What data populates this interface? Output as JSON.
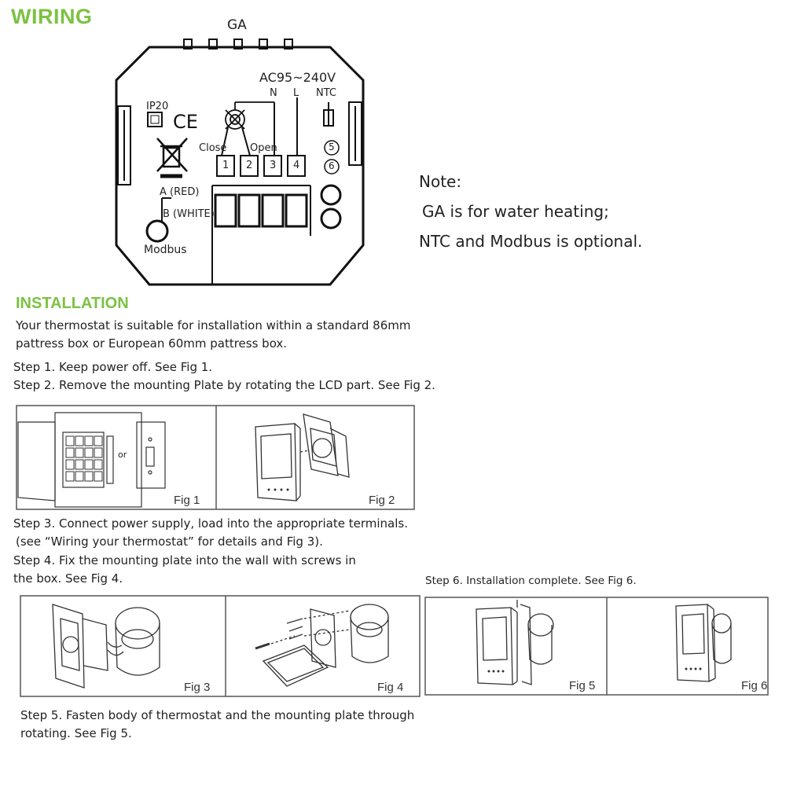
{
  "wiring": {
    "heading": "WIRING",
    "ga_label": "GA",
    "voltage": "AC95~240V",
    "n_label": "N",
    "l_label": "L",
    "ntc_label": "NTC",
    "ip_label": "IP20",
    "ce_mark": "CE",
    "close_label": "Close",
    "open_label": "Open",
    "terminals": [
      "1",
      "2",
      "3",
      "4"
    ],
    "ntc_terminals": [
      "5",
      "6"
    ],
    "a_label": "A (RED)",
    "b_label": "B (WHITE)",
    "modbus_label": "Modbus"
  },
  "note": {
    "title": "Note:",
    "line1": "GA is for water heating;",
    "line2": "NTC and Modbus is optional."
  },
  "installation": {
    "heading": "INSTALLATION",
    "intro1": "Your thermostat is suitable for installation within a standard 86mm",
    "intro2": "pattress box or European 60mm pattress box.",
    "step1": "Step 1. Keep power off. See Fig 1.",
    "step2": "Step 2. Remove the mounting Plate by rotating the LCD part. See Fig 2.",
    "step3a": "Step 3. Connect power supply, load into the appropriate terminals.",
    "step3b": "(see “Wiring your thermostat” for details and Fig 3).",
    "step4a": "Step 4. Fix the mounting plate into the wall with screws in",
    "step4b": "the box. See Fig 4.",
    "step6": "Step 6. Installation complete. See Fig 6.",
    "step5a": "Step 5. Fasten body of thermostat and the mounting plate through",
    "step5b": "rotating. See Fig 5."
  },
  "figures": {
    "fig1": "Fig 1",
    "fig2": "Fig 2",
    "fig3": "Fig 3",
    "fig4": "Fig 4",
    "fig5": "Fig 5",
    "fig6": "Fig 6",
    "or_label": "or"
  },
  "colors": {
    "heading": "#7cc242",
    "line": "#1a1a1a"
  }
}
